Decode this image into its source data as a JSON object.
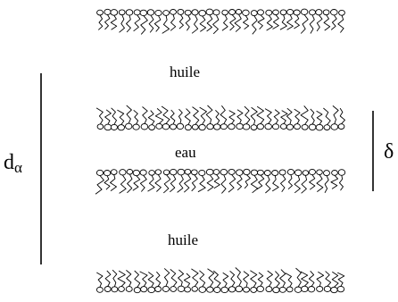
{
  "labels": {
    "oil_top": "huile",
    "water": "eau",
    "oil_bottom": "huile",
    "d_alpha_main": "d",
    "d_alpha_sub": "α",
    "delta": "δ"
  },
  "layers": [
    {
      "name": "oil-layer-top",
      "orientation": "heads-up"
    },
    {
      "name": "water-layer-top",
      "orientation": "heads-down"
    },
    {
      "name": "water-layer-bottom",
      "orientation": "heads-up"
    },
    {
      "name": "oil-layer-bottom",
      "orientation": "heads-down"
    }
  ],
  "colors": {
    "ink": "#000000",
    "background": "#ffffff"
  }
}
